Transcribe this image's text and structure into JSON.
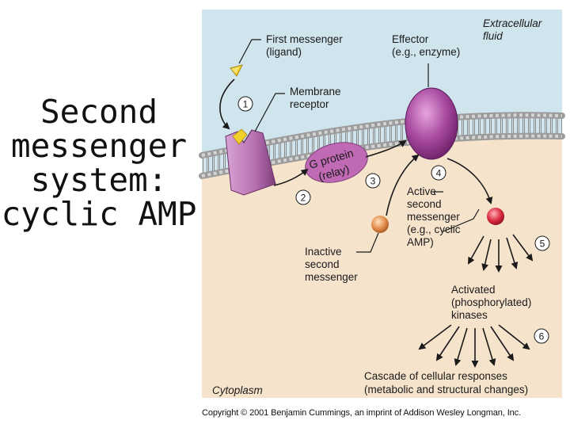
{
  "title_lines": [
    "Second",
    "messenger",
    "system:",
    "cyclic AMP"
  ],
  "labels": {
    "first_messenger": [
      "First messenger",
      "(ligand)"
    ],
    "effector": [
      "Effector",
      "(e.g., enzyme)"
    ],
    "extracellular": [
      "Extracellular",
      "fluid"
    ],
    "membrane_receptor": [
      "Membrane",
      "receptor"
    ],
    "g_protein": [
      "G protein",
      "(relay)"
    ],
    "active_second": [
      "Active",
      "second",
      "messenger",
      "(e.g., cyclic",
      "AMP)"
    ],
    "inactive_second": [
      "Inactive",
      "second",
      "messenger"
    ],
    "activated_kinases": [
      "Activated",
      "(phosphorylated)",
      "kinases"
    ],
    "cascade": [
      "Cascade of cellular responses",
      "(metabolic and structural changes)"
    ],
    "cytoplasm": "Cytoplasm"
  },
  "step_numbers": [
    "1",
    "2",
    "3",
    "4",
    "5",
    "6"
  ],
  "copyright": "Copyright © 2001 Benjamin Cummings, an imprint of Addison Wesley Longman, Inc.",
  "colors": {
    "extracellular_bg": "#cfe4ec",
    "cytoplasm_bg": "#f6e3cc",
    "membrane_head": "#bdbdbd",
    "receptor": "#b56fb0",
    "effector": "#9a3f94",
    "g_protein": "#c06ab6",
    "ligand": "#f2cf2a",
    "active_messenger": "#d8283c",
    "inactive_messenger": "#e08a48"
  }
}
